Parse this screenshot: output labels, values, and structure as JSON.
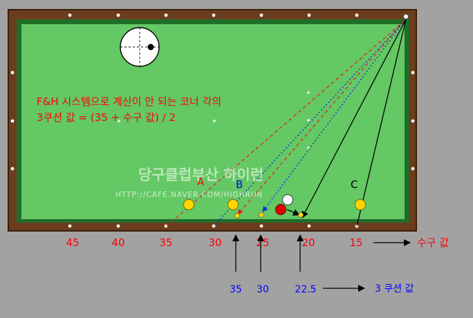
{
  "annotation": {
    "line1": "F&H 시스템으로 계산이 안 되는 코너 각의",
    "line2": "3쿠션 값 = (35 + 수구 값) / 2"
  },
  "watermark": {
    "name": "당구클럽부산 하이런",
    "url": "HTTP://CAFE.NAVER.COM/HIGHRUN"
  },
  "labels": {
    "a": "A",
    "b": "B",
    "c": "C"
  },
  "cue_values": [
    "45",
    "40",
    "35",
    "30",
    "25",
    "20",
    "15"
  ],
  "cue_caption": "수구 값",
  "cushion_values": [
    "35",
    "30",
    "22.5"
  ],
  "cushion_caption": "3 쿠션 값",
  "colors": {
    "background": "#a2a2a2",
    "rail": "#6b3d1d",
    "felt": "#64c864",
    "felt_border": "#1e6e28",
    "red_text": "#ff0000",
    "blue_text": "#0000ff",
    "ball_yellow": "#ffd700",
    "ball_red": "#e00000",
    "ball_white": "#ffffff",
    "path_red": "#e82020",
    "path_blue": "#1030d0",
    "path_black": "#000000"
  }
}
